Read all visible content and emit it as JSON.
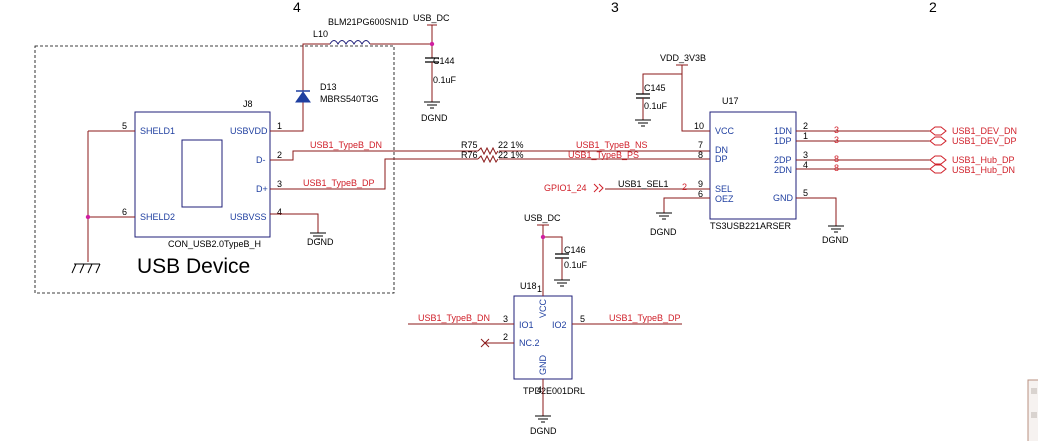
{
  "zones": [
    "4",
    "3",
    "2"
  ],
  "group_label": "USB Device",
  "j8": {
    "ref": "J8",
    "part": "CON_USB2.0TypeB_H",
    "pins": [
      {
        "num": "5",
        "name": "SHELD1"
      },
      {
        "num": "6",
        "name": "SHELD2"
      },
      {
        "num": "1",
        "name": "USBVDD"
      },
      {
        "num": "2",
        "name": "D-"
      },
      {
        "num": "3",
        "name": "D+"
      },
      {
        "num": "4",
        "name": "USBVSS"
      }
    ]
  },
  "l10": {
    "ref": "L10",
    "part": "BLM21PG600SN1D"
  },
  "d13": {
    "ref": "D13",
    "part": "MBRS540T3G"
  },
  "c144": {
    "ref": "C144",
    "value": "0.1uF"
  },
  "c145": {
    "ref": "C145",
    "value": "0.1uF"
  },
  "c146": {
    "ref": "C146",
    "value": "0.1uF"
  },
  "r75": {
    "ref": "R75",
    "value": "22 1%"
  },
  "r76": {
    "ref": "R76",
    "value": "22 1%"
  },
  "u17": {
    "ref": "U17",
    "part": "TS3USB221ARSER",
    "pins_left": [
      {
        "num": "10",
        "name": "VCC"
      },
      {
        "num": "7",
        "name": "DN"
      },
      {
        "num": "8",
        "name": "DP"
      },
      {
        "num": "9",
        "name": "SEL"
      },
      {
        "num": "6",
        "name": "OEZ"
      }
    ],
    "pins_right": [
      {
        "num": "2",
        "name": "1DN"
      },
      {
        "num": "1",
        "name": "1DP"
      },
      {
        "num": "3",
        "name": "2DP"
      },
      {
        "num": "4",
        "name": "2DN"
      },
      {
        "num": "5",
        "name": "GND"
      }
    ]
  },
  "u18": {
    "ref": "U18",
    "part": "TPD2E001DRL",
    "pins": [
      {
        "num": "3",
        "name": "IO1"
      },
      {
        "num": "2",
        "name": "NC.2"
      },
      {
        "num": "5",
        "name": "IO2"
      },
      {
        "num": "1",
        "name": "VCC"
      },
      {
        "num": "4",
        "name": "GND"
      }
    ]
  },
  "nets": {
    "usb_dc": "USB_DC",
    "vdd_3v3b": "VDD_3V3B",
    "dgnd": "DGND",
    "typeb_dn": "USB1_TypeB_DN",
    "typeb_dp": "USB1_TypeB_DP",
    "typeb_ns": "USB1_TypeB_NS",
    "typeb_ps": "USB1_TypeB_PS",
    "gpio": "GPIO1_24",
    "gpio_pin": "2",
    "sel1": "USB1_SEL1",
    "dev_dn": "USB1_DEV_DN",
    "dev_dp": "USB1_DEV_DP",
    "hub_dp": "USB1_Hub_DP",
    "hub_dn": "USB1_Hub_DN",
    "ref_3": "3",
    "ref_8": "8"
  },
  "colors": {
    "wire": "#8b1a1a",
    "block": "#1f1f7a",
    "net_label": "#d0202a",
    "pin_text": "#1f3fa0",
    "junction": "#d020a0"
  }
}
